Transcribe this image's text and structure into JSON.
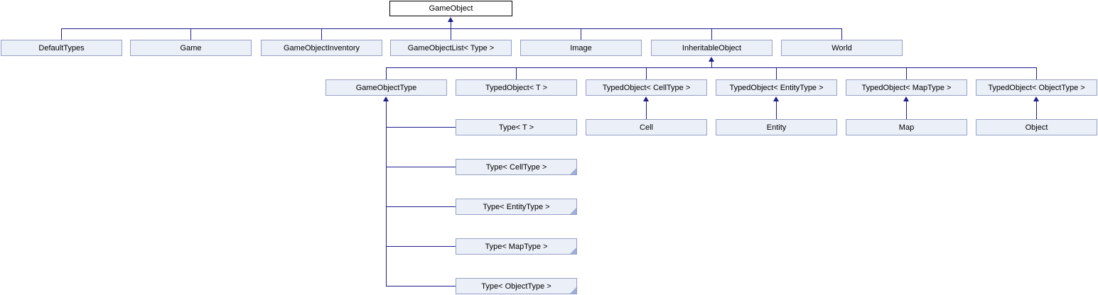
{
  "diagram": {
    "type": "class-inheritance-graph",
    "nodes": {
      "root": "GameObject",
      "row2": [
        "DefaultTypes",
        "Game",
        "GameObjectInventory",
        "GameObjectList< Type >",
        "Image",
        "InheritableObject",
        "World"
      ],
      "row3": [
        "GameObjectType",
        "TypedObject< T >",
        "TypedObject< CellType >",
        "TypedObject< EntityType >",
        "TypedObject< MapType >",
        "TypedObject< ObjectType >"
      ],
      "row4": [
        "Type< T >",
        "Cell",
        "Entity",
        "Map",
        "Object"
      ],
      "column": [
        "Type< CellType >",
        "Type< EntityType >",
        "Type< MapType >",
        "Type< ObjectType >"
      ]
    },
    "edges": [
      {
        "from": "DefaultTypes",
        "to": "GameObject"
      },
      {
        "from": "Game",
        "to": "GameObject"
      },
      {
        "from": "GameObjectInventory",
        "to": "GameObject"
      },
      {
        "from": "GameObjectList< Type >",
        "to": "GameObject"
      },
      {
        "from": "Image",
        "to": "GameObject"
      },
      {
        "from": "InheritableObject",
        "to": "GameObject"
      },
      {
        "from": "World",
        "to": "GameObject"
      },
      {
        "from": "GameObjectType",
        "to": "InheritableObject"
      },
      {
        "from": "TypedObject< T >",
        "to": "InheritableObject"
      },
      {
        "from": "TypedObject< CellType >",
        "to": "InheritableObject"
      },
      {
        "from": "TypedObject< EntityType >",
        "to": "InheritableObject"
      },
      {
        "from": "TypedObject< MapType >",
        "to": "InheritableObject"
      },
      {
        "from": "TypedObject< ObjectType >",
        "to": "InheritableObject"
      },
      {
        "from": "Cell",
        "to": "TypedObject< CellType >"
      },
      {
        "from": "Entity",
        "to": "TypedObject< EntityType >"
      },
      {
        "from": "Map",
        "to": "TypedObject< MapType >"
      },
      {
        "from": "Object",
        "to": "TypedObject< ObjectType >"
      },
      {
        "from": "Type< T >",
        "to": "GameObjectType"
      },
      {
        "from": "Type< CellType >",
        "to": "GameObjectType"
      },
      {
        "from": "Type< EntityType >",
        "to": "GameObjectType"
      },
      {
        "from": "Type< MapType >",
        "to": "GameObjectType"
      },
      {
        "from": "Type< ObjectType >",
        "to": "GameObjectType"
      }
    ],
    "truncated_nodes": [
      "Type< CellType >",
      "Type< EntityType >",
      "Type< MapType >",
      "Type< ObjectType >"
    ],
    "icons": {
      "truncated-corner": "folded-corner triangle marker on truncated nodes"
    },
    "colors": {
      "node_fill": "#EBF0F8",
      "node_border": "#96A0C3",
      "root_fill": "#FFFFFF",
      "root_border": "#000000",
      "edge_line": "#1E1E8C",
      "text": "#000000",
      "background": "#FFFFFF"
    }
  }
}
